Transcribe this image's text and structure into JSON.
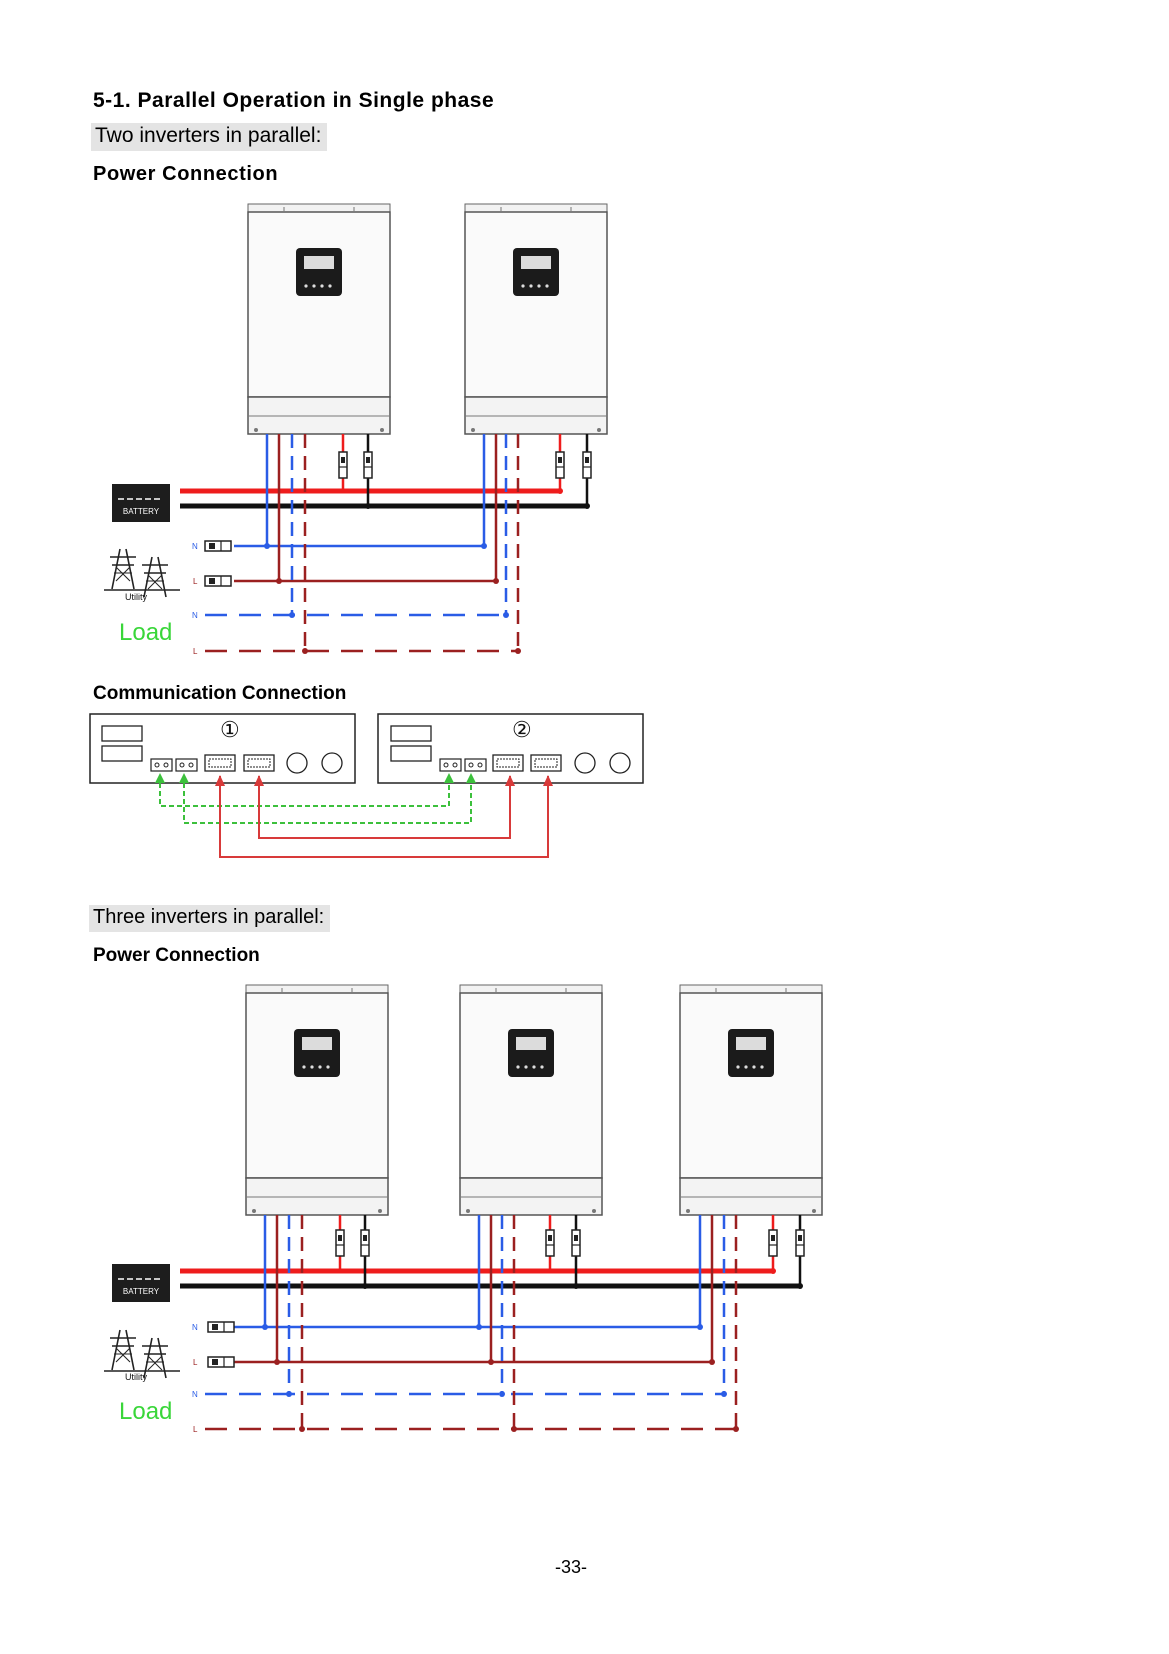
{
  "section": {
    "number": "5-1",
    "title": "Parallel Operation in Single phase"
  },
  "two_inverters": {
    "label": "Two inverters in parallel:",
    "power_heading": "Power Connection",
    "comm_heading": "Communication Connection",
    "unit_markers": [
      "①",
      "②"
    ]
  },
  "three_inverters": {
    "label": "Three inverters in parallel:",
    "power_heading": "Power Connection"
  },
  "diagram_labels": {
    "battery": "BATTERY",
    "utility": "Utility",
    "load": "Load",
    "neutral": "N",
    "line": "L"
  },
  "colors": {
    "battery_positive": "#ee1c1c",
    "battery_negative": "#111111",
    "neutral": "#2a5ce6",
    "line": "#9b2020",
    "comm_current_share": "#3cc03c",
    "comm_parallel": "#d83a3a",
    "load_text": "#39d639"
  },
  "page_number": "-33-"
}
